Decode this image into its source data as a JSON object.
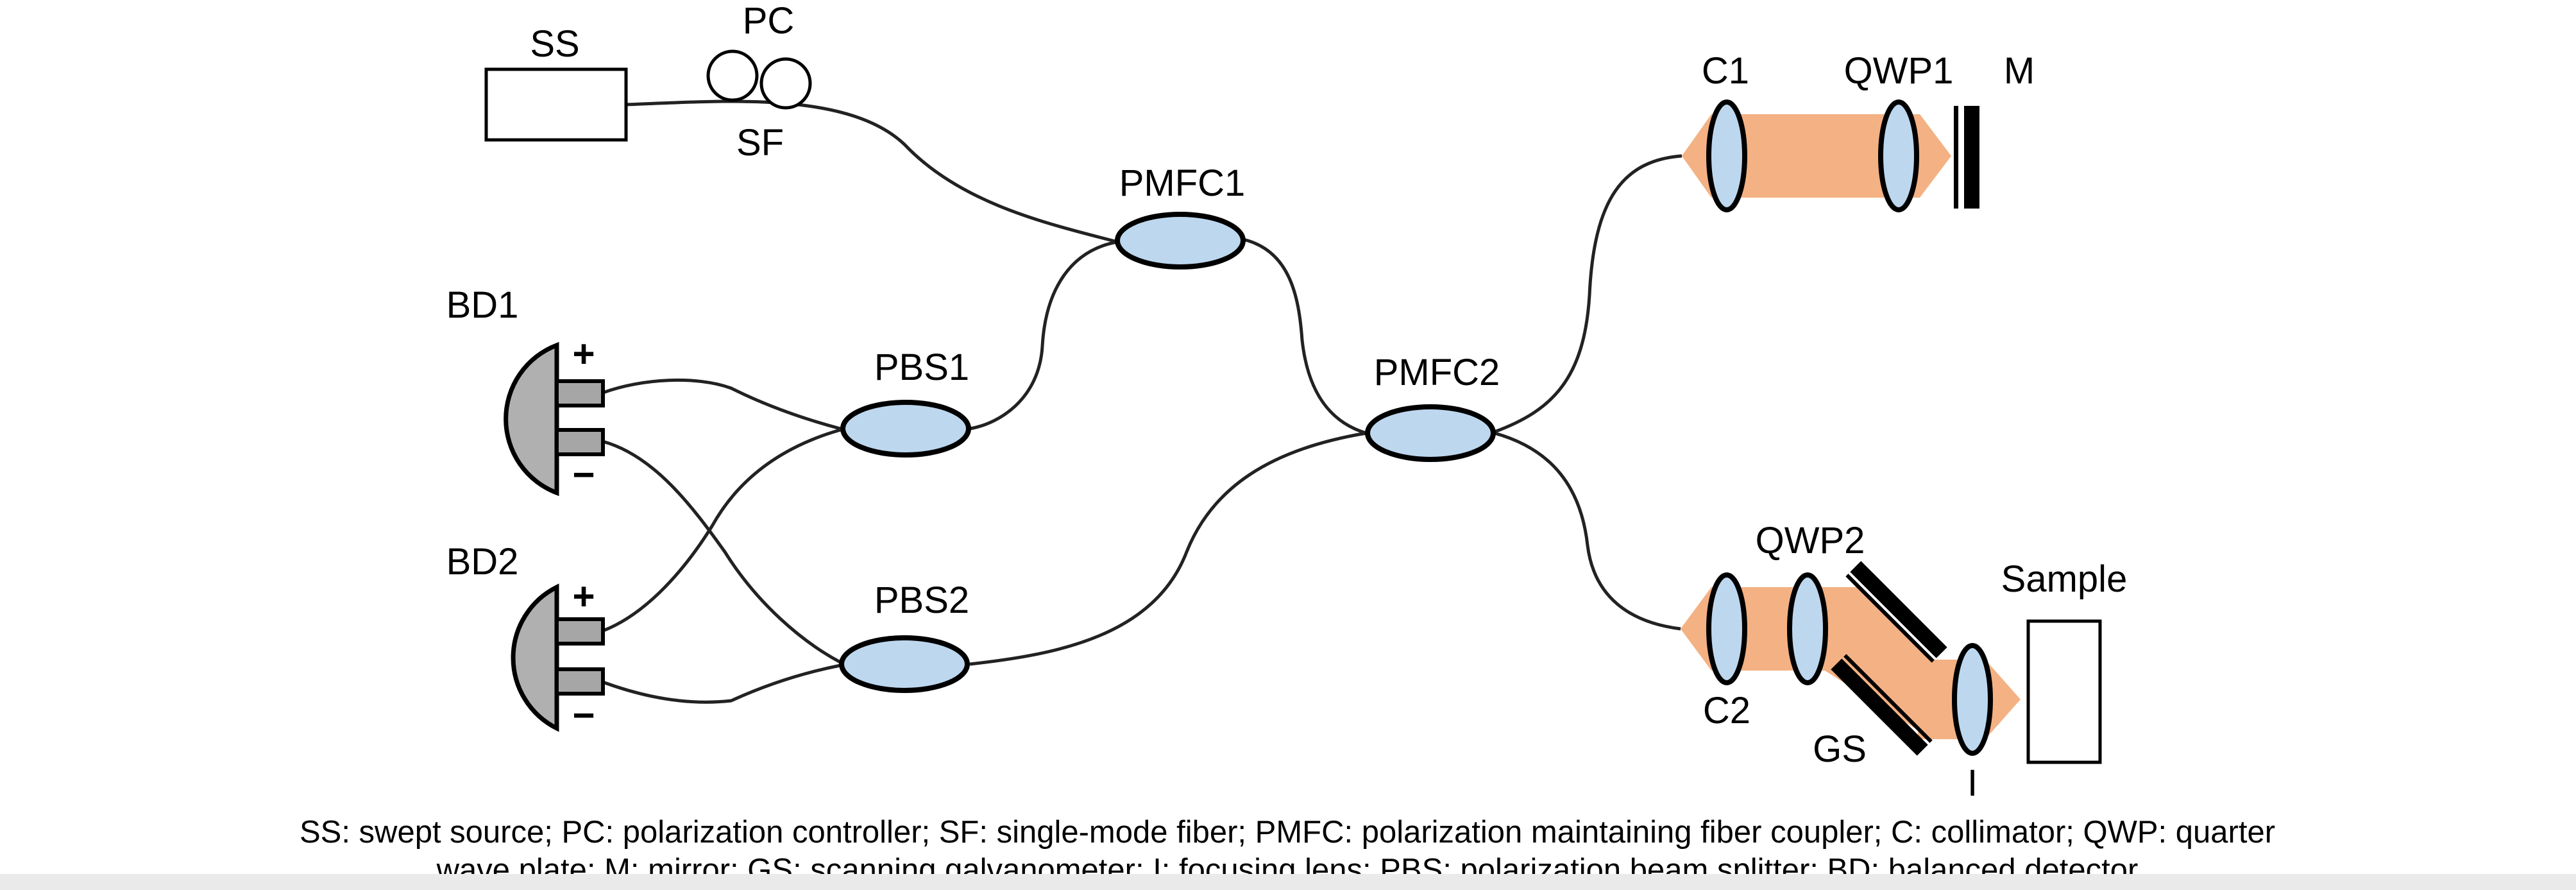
{
  "labels": {
    "ss": "SS",
    "pc": "PC",
    "sf": "SF",
    "pmfc1": "PMFC1",
    "pmfc2": "PMFC2",
    "pbs1": "PBS1",
    "pbs2": "PBS2",
    "bd1": "BD1",
    "bd2": "BD2",
    "c1": "C1",
    "c2": "C2",
    "qwp1": "QWP1",
    "qwp2": "QWP2",
    "m": "M",
    "sample": "Sample",
    "gs": "GS",
    "i": "I",
    "plus": "+",
    "minus": "−"
  },
  "caption": {
    "line1": "SS: swept source; PC: polarization controller; SF: single-mode fiber; PMFC: polarization maintaining fiber coupler; C: collimator; QWP: quarter",
    "line2": "wave plate; M: mirror; GS: scanning galvanometer; I: focusing lens; PBS: polarization beam splitter; BD: balanced detector"
  },
  "colors": {
    "lens_fill": "#bdd7ee",
    "beam_fill": "#f4b183",
    "detector_fill": "#b0b0b0"
  }
}
